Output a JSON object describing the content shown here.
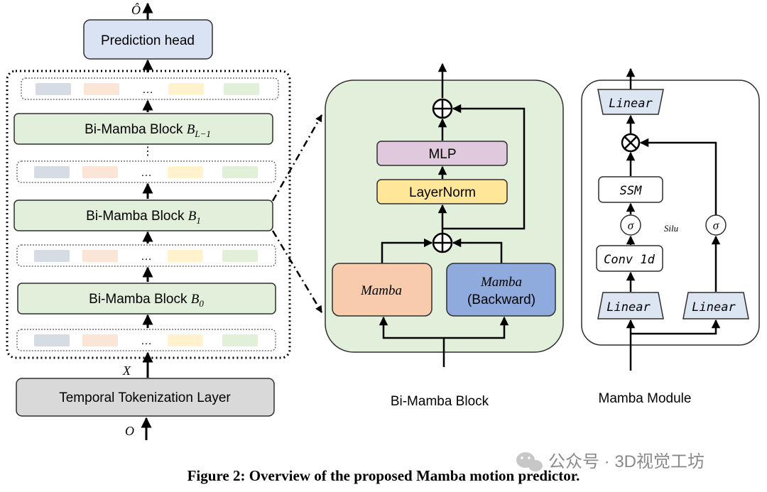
{
  "left": {
    "output_symbol": "Ô",
    "prediction_head": "Prediction head",
    "block_top": "Bi-Mamba Block",
    "block_top_sub": "B",
    "block_top_idx": "L−1",
    "block_mid": "Bi-Mamba Block",
    "block_mid_sub": "B",
    "block_mid_idx": "1",
    "block_bot": "Bi-Mamba Block",
    "block_bot_sub": "B",
    "block_bot_idx": "0",
    "ellipsis": "…",
    "vdots": "⋮",
    "x_label": "X",
    "tokenization": "Temporal Tokenization Layer",
    "input_symbol": "O"
  },
  "middle": {
    "mlp": "MLP",
    "layernorm": "LayerNorm",
    "mamba": "Mamba",
    "mamba_back_top": "Mamba",
    "mamba_back_bottom": "(Backward)",
    "caption": "Bi-Mamba Block"
  },
  "right": {
    "linear_top": "Linear",
    "ssm": "SSM",
    "sigma": "σ",
    "silu": "Silu",
    "conv": "Conv 1d",
    "linear_left": "Linear",
    "linear_right": "Linear",
    "caption": "Mamba Module"
  },
  "watermark": "公众号 · 3D视觉工坊",
  "figure_caption": "Figure 2: Overview of the proposed Mamba motion predictor.",
  "colors": {
    "block_green": "#e2efda",
    "pred_blue": "#dae3f3",
    "token_gray": "#d9d9d9",
    "mlp_purple": "#e0c9dc",
    "layernorm_yellow": "#ffe699",
    "mamba_orange": "#f8cbad",
    "mamba_back_blue": "#8faadc",
    "linear_blue": "#dce6f2",
    "chip_blue": "#d6dce4",
    "chip_orange": "#fbe5d6",
    "chip_yellow": "#fff2cc",
    "chip_green": "#e2f0d9"
  }
}
